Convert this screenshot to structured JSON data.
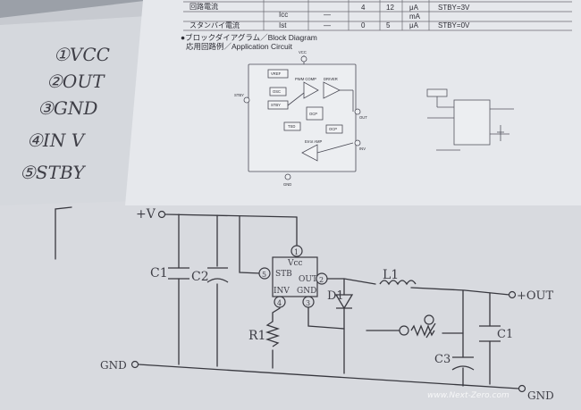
{
  "datasheet": {
    "table_rows": [
      {
        "col1": "回路電流",
        "col2": "Icc",
        "col3": "—",
        "col4": "4",
        "col5": "12",
        "col6": "μA",
        "col7": "STBY=3V"
      },
      {
        "col1": "",
        "col2": "",
        "col3": "",
        "col4": "",
        "col5": "",
        "col6": "mA",
        "col7": ""
      },
      {
        "col1": "スタンバイ電流",
        "col2": "Ist",
        "col3": "—",
        "col4": "0",
        "col5": "5",
        "col6": "μA",
        "col7": "STBY=0V"
      }
    ],
    "heading_line1": "●ブロックダイアグラム／Block Diagram",
    "heading_line2": "応用回路例／Application Circuit",
    "block_labels": {
      "vcc": "VCC",
      "vref": "VREF",
      "pwm_comp": "PWM COMP",
      "driver": "DRIVER",
      "stby": "STBY",
      "osc": "OSC",
      "ocp": "OCP",
      "tsd": "TSD",
      "out": "OUT",
      "inv": "INV",
      "gnd": "GND",
      "error_amp": "Error AMP"
    }
  },
  "notes": {
    "pin1": "①VCC",
    "pin2": "②OUT",
    "pin3": "③GND",
    "pin4": "④IN V",
    "pin5": "⑤STBY"
  },
  "schematic": {
    "vin": "+V",
    "gnd": "GND",
    "out_plus": "+OUT",
    "out_gnd": "GND",
    "c1_left": "C1",
    "c2": "C2",
    "c1_right": "C1",
    "c3": "C3",
    "l1": "L1",
    "d1": "D1",
    "r1": "R1",
    "ic_vcc": "Vcc",
    "ic_stb": "STB",
    "ic_out": "OUT",
    "ic_inv": "INV",
    "ic_gnd": "GND",
    "pin1": "1",
    "pin2": "2",
    "pin3": "3",
    "pin4": "4",
    "pin5": "5"
  },
  "watermark": "www.Next-Zero.com"
}
